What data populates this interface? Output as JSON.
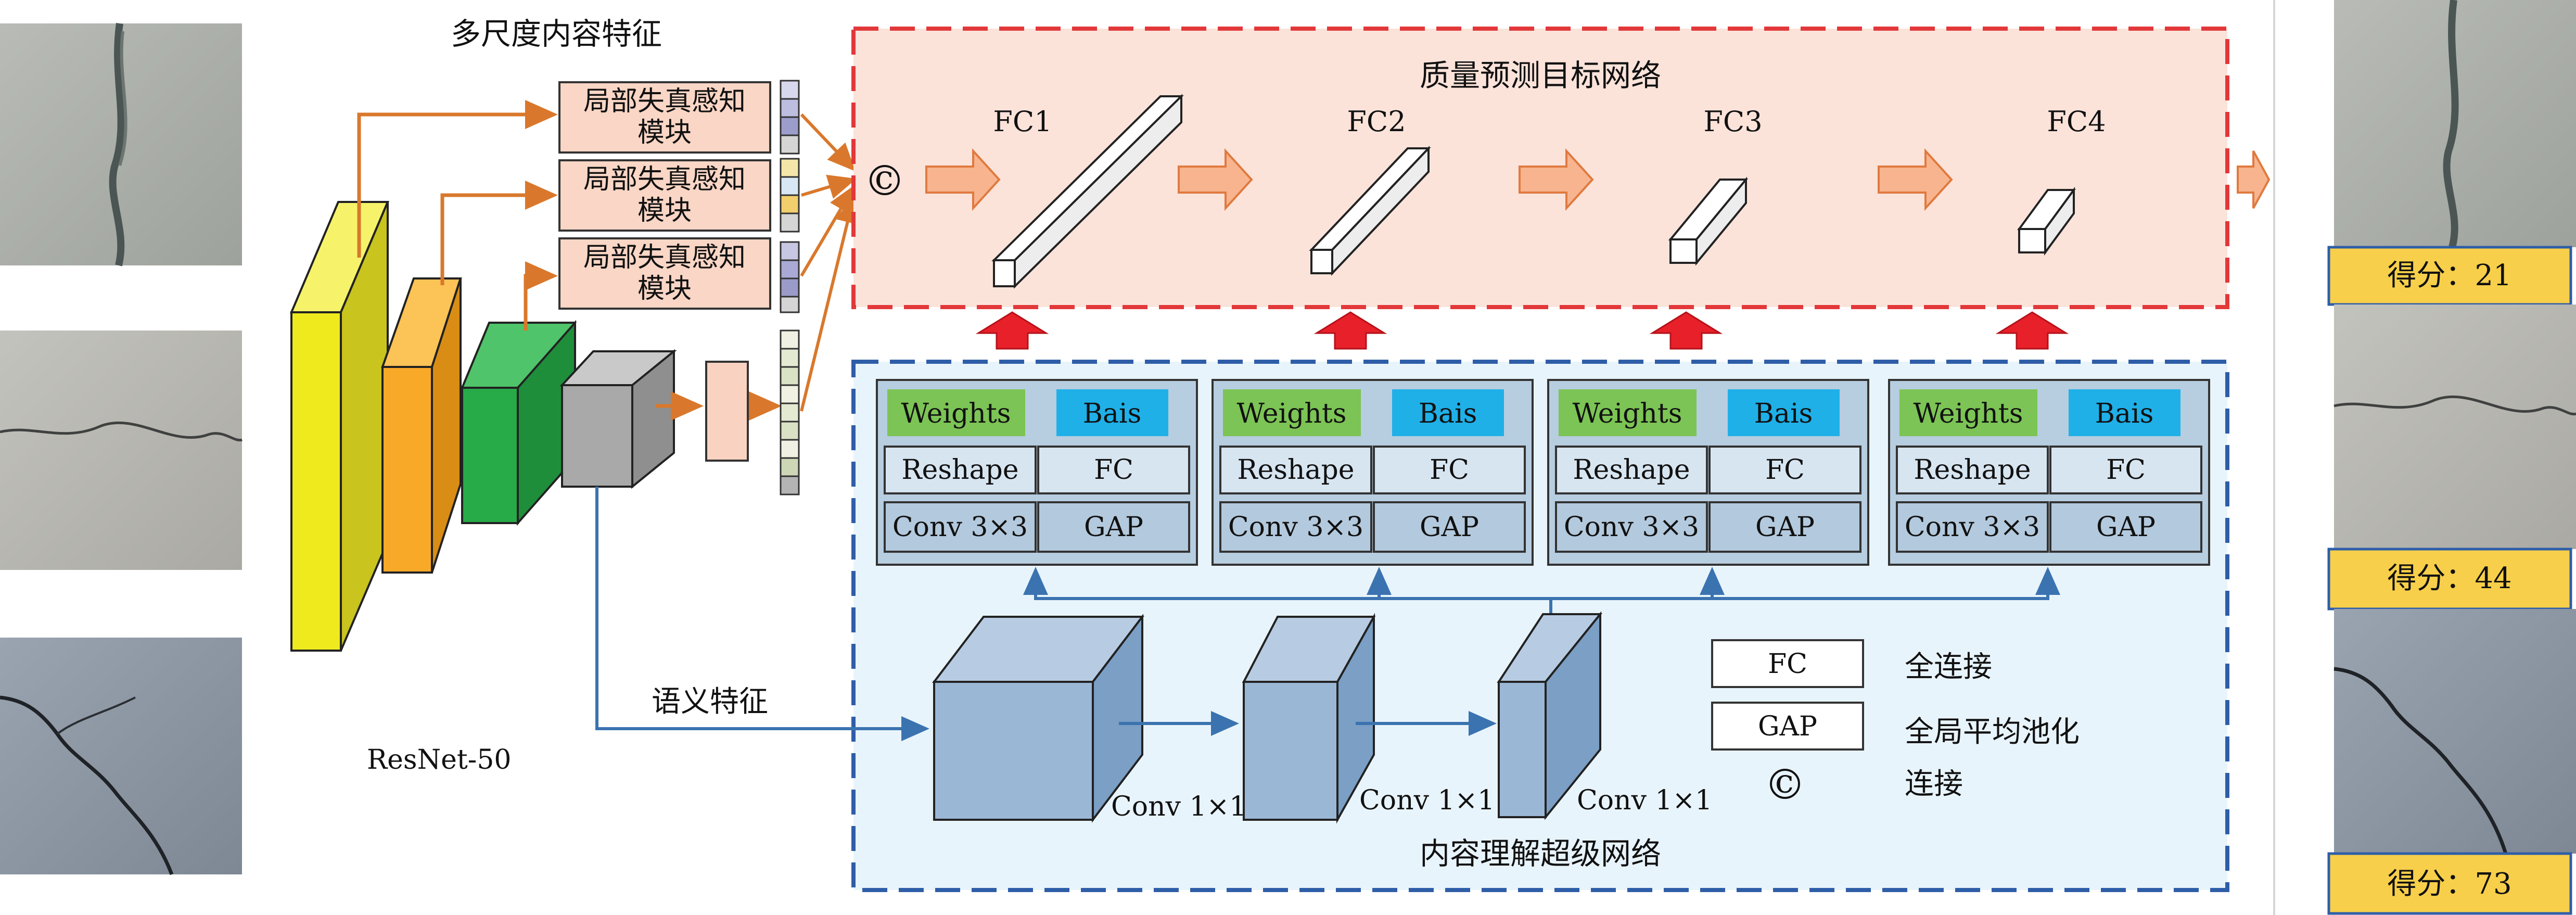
{
  "title_multiscale": "多尺度内容特征",
  "title_target_net": "质量预测目标网络",
  "title_hyper_net": "内容理解超级网络",
  "backbone_label": "ResNet-50",
  "semantic_label": "语义特征",
  "module_label_line1": "局部失真感知",
  "module_label_line2": "模块",
  "concat_symbol": "©",
  "fc_layers": [
    "FC1",
    "FC2",
    "FC3",
    "FC4"
  ],
  "hyper_blocks": [
    {
      "weights": "Weights",
      "bias": "Bais",
      "reshape": "Reshape",
      "fc": "FC",
      "conv": "Conv 3×3",
      "gap": "GAP"
    },
    {
      "weights": "Weights",
      "bias": "Bais",
      "reshape": "Reshape",
      "fc": "FC",
      "conv": "Conv 3×3",
      "gap": "GAP"
    },
    {
      "weights": "Weights",
      "bias": "Bais",
      "reshape": "Reshape",
      "fc": "FC",
      "conv": "Conv 3×3",
      "gap": "GAP"
    },
    {
      "weights": "Weights",
      "bias": "Bais",
      "reshape": "Reshape",
      "fc": "FC",
      "conv": "Conv 3×3",
      "gap": "GAP"
    }
  ],
  "conv1x1_labels": [
    "Conv 1×1",
    "Conv 1×1",
    "Conv 1×1"
  ],
  "legend": {
    "fc_box": "FC",
    "fc_desc": "全连接",
    "gap_box": "GAP",
    "gap_desc": "全局平均池化",
    "concat_symbol": "©",
    "concat_desc": "连接"
  },
  "scores": [
    "得分：21",
    "得分：44",
    "得分：73"
  ],
  "colors": {
    "orange_arrow": "#d9782c",
    "blue_arrow": "#3b73b0",
    "red_dash": "#e2383a",
    "blue_dash": "#2f5ea8",
    "score_bg": "#f7cf4a",
    "weights_green": "#7cc455",
    "bias_cyan": "#1fb0e8"
  }
}
